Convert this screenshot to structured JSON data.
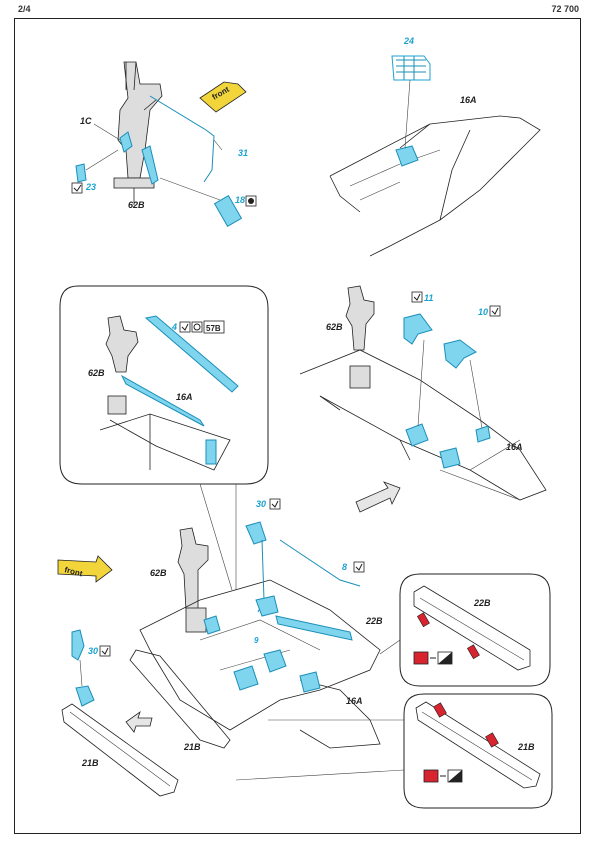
{
  "page": {
    "number": "2/4",
    "kit": "72 700"
  },
  "labels": {
    "p1C": "1C",
    "p62B": "62B",
    "p16A": "16A",
    "p21B": "21B",
    "p22B": "22B",
    "p57B": "57B"
  },
  "etch": {
    "e24": "24",
    "e31": "31",
    "e23": "23",
    "e18": "18",
    "e4": "4",
    "e11": "11",
    "e10": "10",
    "e30": "30",
    "e8": "8",
    "e9": "9"
  },
  "arrow_text": "front",
  "colors": {
    "etch": "#1aa3cf",
    "paint_red": "#d8242f",
    "arrow_yellow": "#f2d53a"
  },
  "icons": [
    "glue-tick-icon",
    "paint-icon",
    "bend-icon",
    "red-swatch-icon",
    "black-white-swatch-icon"
  ]
}
